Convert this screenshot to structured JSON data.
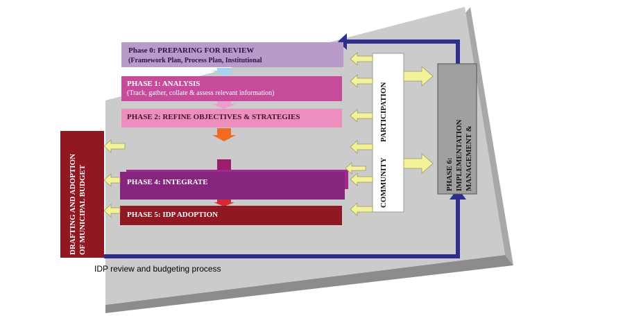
{
  "phases": {
    "phase0": {
      "title": "Phase 0: PREPARING FOR REVIEW",
      "subtitle": "(Framework Plan, Process Plan, Institutional"
    },
    "phase1": {
      "title": "PHASE 1: ANALYSIS",
      "subtitle": "(Track, gather, collate & assess relevant information)"
    },
    "phase2": {
      "title": "PHASE 2: REFINE OBJECTIVES & STRATEGIES"
    },
    "phase4": {
      "title": "PHASE 4:  INTEGRATE"
    },
    "phase5": {
      "title": "PHASE 5: IDP ADOPTION"
    },
    "phase6": {
      "line1": "PHASE 6:",
      "line2": "IMPLEMENTATION",
      "line3": "MANAGEMENT &"
    }
  },
  "community": {
    "line1": "COMMUNITY",
    "line2": "PARTICIPATION"
  },
  "budget": {
    "line1": "DRAFTING AND ADOPTION",
    "line2": "OF MUNICIPAL BUDGET"
  },
  "caption": "IDP review and budgeting process",
  "colors": {
    "platform": "#c8c8c8",
    "phase0": "#b99ac9",
    "phase1": "#c64b9b",
    "phase2": "#ec8fbe",
    "phase4": "#85257d",
    "phase5": "#8f1822",
    "budget": "#8f1822",
    "phase6": "#a0a0a0",
    "arrow_yellow": "#f3f29a",
    "arrow_blue": "#2e2e8f"
  }
}
